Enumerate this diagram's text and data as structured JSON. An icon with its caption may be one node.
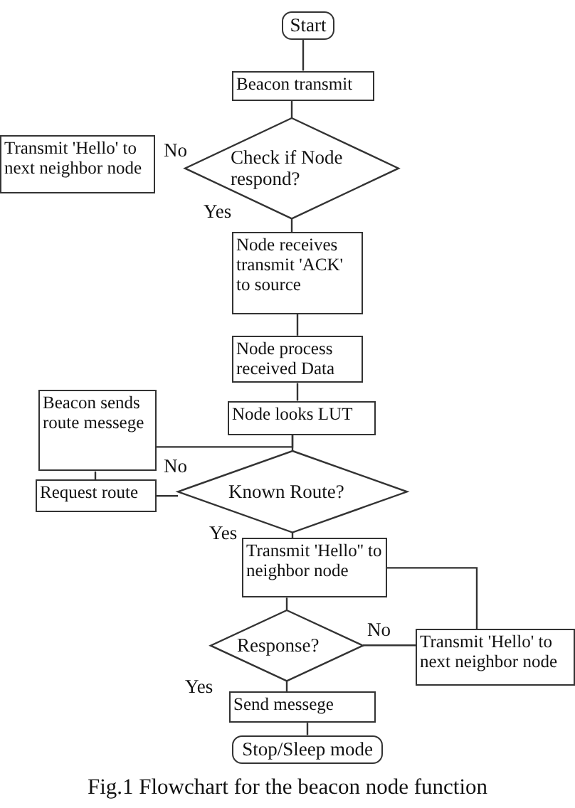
{
  "diagram": {
    "caption": "Fig.1 Flowchart for the beacon node function",
    "nodes": [
      {
        "text": [
          "Start"
        ]
      },
      {
        "text": [
          "Beacon transmit"
        ]
      },
      {
        "text": [
          "Check if Node respond?"
        ]
      },
      {
        "text": [
          "Transmit 'Hello' to next neighbor node"
        ]
      },
      {
        "text": [
          "Node receives transmit 'ACK' to source"
        ]
      },
      {
        "text": [
          "Node process received Data"
        ]
      },
      {
        "text": [
          "Beacon sends route messege"
        ]
      },
      {
        "text": [
          "Node looks LUT"
        ]
      },
      {
        "text": [
          "Request route"
        ]
      },
      {
        "text": [
          "Known Route?"
        ]
      },
      {
        "text": [
          "Transmit 'Hello'' to neighbor node"
        ]
      },
      {
        "text": [
          "Response?"
        ]
      },
      {
        "text": [
          "Transmit 'Hello' to next neighbor node"
        ]
      },
      {
        "text": [
          "Send messege"
        ]
      },
      {
        "text": [
          "Stop/Sleep mode"
        ]
      }
    ],
    "edges": [
      {
        "from": 0,
        "to": 1,
        "arrow": "none"
      },
      {
        "from": 1,
        "to": 2,
        "arrow": "none"
      },
      {
        "from": 2,
        "to": 4,
        "arrow": "none",
        "label": "Yes"
      },
      {
        "from": 4,
        "to": 5,
        "arrow": "none"
      },
      {
        "from": 5,
        "to": 7,
        "arrow": "none"
      },
      {
        "from": 7,
        "to": 9,
        "arrow": "none"
      },
      {
        "from": 7,
        "to": 6,
        "arrow": "none"
      },
      {
        "from": 9,
        "to": 8,
        "arrow": "none",
        "label": "No"
      },
      {
        "from": 8,
        "to": 6,
        "arrow": "none"
      },
      {
        "from": 9,
        "to": 10,
        "arrow": "none",
        "label": "Yes"
      },
      {
        "from": 10,
        "to": 11,
        "arrow": "none"
      },
      {
        "from": 10,
        "to": 12,
        "arrow": "none"
      },
      {
        "from": 11,
        "to": 12,
        "arrow": "none",
        "label": "No"
      },
      {
        "from": 11,
        "to": 13,
        "arrow": "none",
        "label": "Yes"
      },
      {
        "from": 13,
        "to": 14,
        "arrow": "none"
      }
    ],
    "labels": [
      "No"
    ]
  }
}
